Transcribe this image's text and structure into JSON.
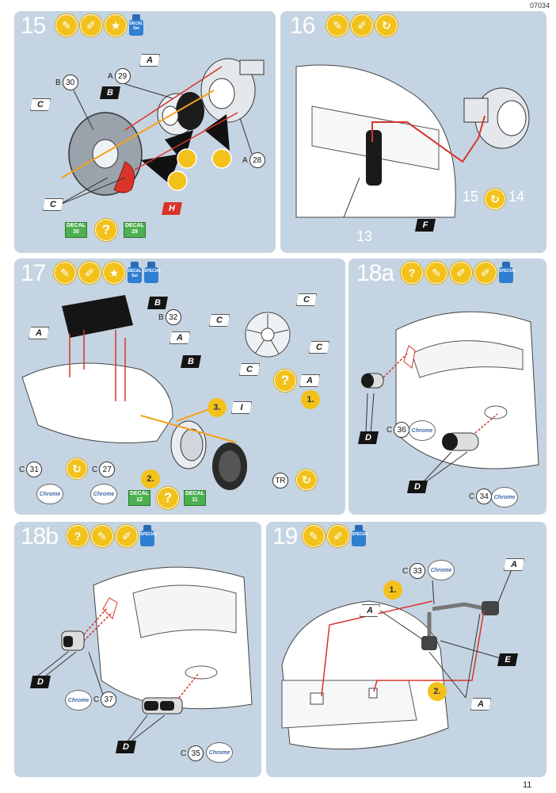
{
  "header": {
    "code": "07034"
  },
  "page_number": "11",
  "steps": {
    "s15": {
      "number": "15",
      "flags": {
        "A1": "A",
        "B1": "B",
        "C1": "C",
        "C2": "C",
        "H": "H"
      },
      "parts": {
        "b30": {
          "prefix": "B",
          "num": "30"
        },
        "a29": {
          "prefix": "A",
          "num": "29"
        },
        "a28": {
          "prefix": "A",
          "num": "28"
        }
      },
      "decals": {
        "d30": {
          "label": "DECAL",
          "num": "30"
        },
        "d29": {
          "label": "DECAL",
          "num": "29"
        }
      }
    },
    "s16": {
      "number": "16",
      "flags": {
        "F": "F"
      },
      "ref_a": "13",
      "ref_b": "15",
      "ref_c": "14"
    },
    "s17": {
      "number": "17",
      "flags": {
        "B1": "B",
        "A1": "A",
        "A2": "A",
        "B2": "B",
        "C1": "C",
        "C2": "C",
        "C3": "C",
        "C4": "C",
        "A3": "A",
        "I": "I"
      },
      "parts": {
        "b32": {
          "prefix": "B",
          "num": "32"
        },
        "c31": {
          "prefix": "C",
          "num": "31"
        },
        "c27": {
          "prefix": "C",
          "num": "27"
        },
        "tr": {
          "prefix": "",
          "num": "TR"
        }
      },
      "seq": {
        "one": "1.",
        "two": "2.",
        "three": "3."
      },
      "decals": {
        "d12": {
          "label": "DECAL",
          "num": "12"
        },
        "d11": {
          "label": "DECAL",
          "num": "11"
        }
      }
    },
    "s18a": {
      "number": "18a",
      "flags": {
        "D1": "D",
        "D2": "D"
      },
      "parts": {
        "c36": {
          "prefix": "C",
          "num": "36"
        },
        "c34": {
          "prefix": "C",
          "num": "34"
        }
      }
    },
    "s18b": {
      "number": "18b",
      "flags": {
        "D1": "D",
        "D2": "D"
      },
      "parts": {
        "c37": {
          "prefix": "C",
          "num": "37"
        },
        "c35": {
          "prefix": "C",
          "num": "35"
        }
      }
    },
    "s19": {
      "number": "19",
      "flags": {
        "A1": "A",
        "A2": "A",
        "A3": "A",
        "E": "E"
      },
      "parts": {
        "c33": {
          "prefix": "C",
          "num": "33"
        }
      },
      "seq": {
        "one": "1.",
        "two": "2."
      }
    }
  },
  "icons": {
    "chrome": "Chrome",
    "special": "SPECIAL",
    "decal_set": "DECAL Set",
    "question": "?"
  },
  "colors": {
    "panel": "#c5d4e2",
    "accent": "#f2c21b",
    "arrow_red": "#d9342b",
    "arrow_orange": "#f2a21b",
    "decal_green": "#4caf50"
  }
}
